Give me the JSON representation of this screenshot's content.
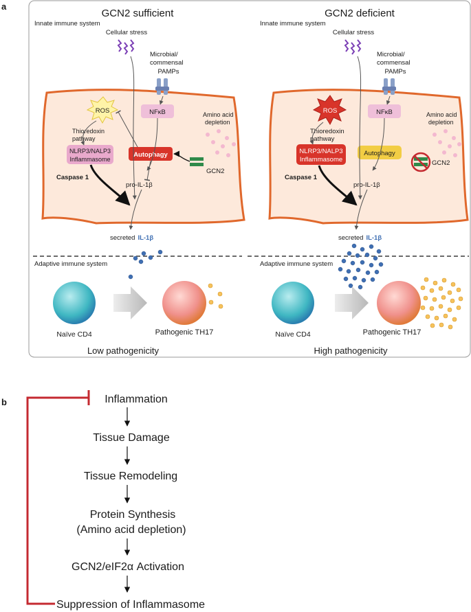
{
  "panel_a": {
    "label": "a",
    "left": {
      "title": "GCN2 sufficient",
      "innate": "Innate immune system",
      "stress": "Cellular stress",
      "microbial_1": "Microbial/",
      "microbial_2": "commensal",
      "pamps": "PAMPs",
      "ros": "ROS",
      "nfkb": "NFκB",
      "amino_1": "Amino acid",
      "amino_2": "depletion",
      "thio_1": "Thioredoxin",
      "thio_2": "pathway",
      "nlrp_1": "NLRP3/NALP3",
      "nlrp_2": "Inflammasome",
      "autophagy": "Autophagy",
      "gcn2": "GCN2",
      "caspase": "Caspase 1",
      "proil": "pro-IL-1β",
      "secreted": "secreted",
      "il1b": "IL-1β",
      "adaptive": "Adaptive immune system",
      "naive": "Naïve CD4",
      "th17": "Pathogenic TH17",
      "outcome": "Low pathogenicity"
    },
    "right": {
      "title": "GCN2 deficient",
      "innate": "Innate immune system",
      "stress": "Cellular stress",
      "microbial_1": "Microbial/",
      "microbial_2": "commensal",
      "pamps": "PAMPs",
      "ros": "ROS",
      "nfkb": "NFκB",
      "amino_1": "Amino acid",
      "amino_2": "depletion",
      "thio_1": "Thioredoxin",
      "thio_2": "pathway",
      "nlrp_1": "NLRP3/NALP3",
      "nlrp_2": "Inflammasome",
      "autophagy": "Autophagy",
      "gcn2": "GCN2",
      "caspase": "Caspase 1",
      "proil": "pro-IL-1β",
      "secreted": "secreted",
      "il1b": "IL-1β",
      "adaptive": "Adaptive immune system",
      "naive": "Naïve CD4",
      "th17": "Pathogenic TH17",
      "outcome": "High pathogenicity"
    }
  },
  "panel_b": {
    "label": "b",
    "steps": [
      "Inflammation",
      "Tissue Damage",
      "Tissue Remodeling",
      "Protein Synthesis",
      "(Amino acid depletion)",
      "GCN2/eIF2α Activation",
      "Suppression of Inflammasome"
    ]
  },
  "colors": {
    "cell_border": "#e0682c",
    "cell_fill": "#fde9db",
    "nlrp_active": "#d8342a",
    "nlrp_inactive": "#e9a9cc",
    "autophagy_active": "#d8342a",
    "autophagy_inactive": "#f2cd44",
    "il1b_blue": "#3f6fb3",
    "feedback_red": "#c42a30",
    "gcn2_green": "#2f8a4a"
  }
}
